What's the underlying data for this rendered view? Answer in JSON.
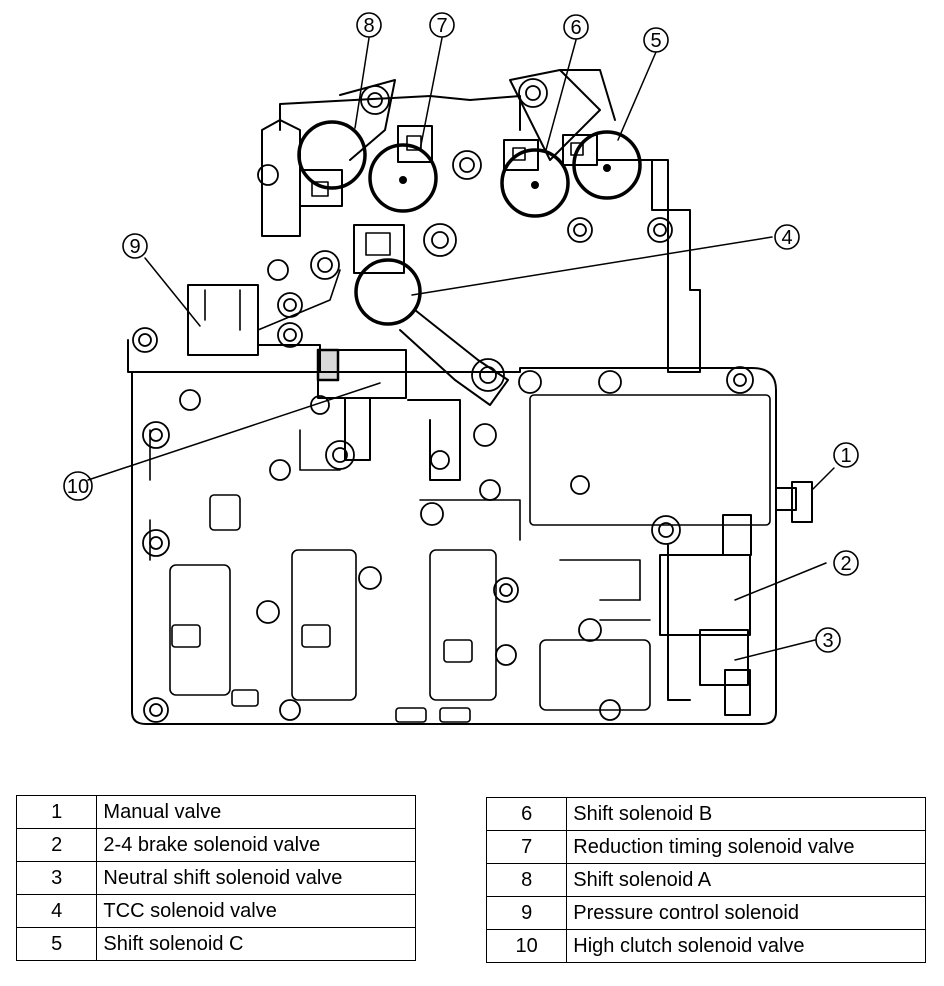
{
  "callouts": [
    {
      "number": "1",
      "name": "Manual valve"
    },
    {
      "number": "2",
      "name": "2-4 brake solenoid valve"
    },
    {
      "number": "3",
      "name": "Neutral shift solenoid valve"
    },
    {
      "number": "4",
      "name": "TCC solenoid valve"
    },
    {
      "number": "5",
      "name": "Shift solenoid C"
    },
    {
      "number": "6",
      "name": "Shift solenoid B"
    },
    {
      "number": "7",
      "name": "Reduction timing solenoid valve"
    },
    {
      "number": "8",
      "name": "Shift solenoid A"
    },
    {
      "number": "9",
      "name": "Pressure control solenoid"
    },
    {
      "number": "10",
      "name": "High clutch solenoid valve"
    }
  ],
  "legend": {
    "left": [
      {
        "number": "1",
        "label": "Manual valve"
      },
      {
        "number": "2",
        "label": "2-4 brake solenoid valve"
      },
      {
        "number": "3",
        "label": "Neutral shift solenoid valve"
      },
      {
        "number": "4",
        "label": "TCC solenoid valve"
      },
      {
        "number": "5",
        "label": "Shift solenoid C"
      }
    ],
    "right": [
      {
        "number": "6",
        "label": "Shift solenoid B"
      },
      {
        "number": "7",
        "label": "Reduction timing solenoid valve"
      },
      {
        "number": "8",
        "label": "Shift solenoid A"
      },
      {
        "number": "9",
        "label": "Pressure control solenoid"
      },
      {
        "number": "10",
        "label": "High clutch solenoid valve"
      }
    ]
  }
}
